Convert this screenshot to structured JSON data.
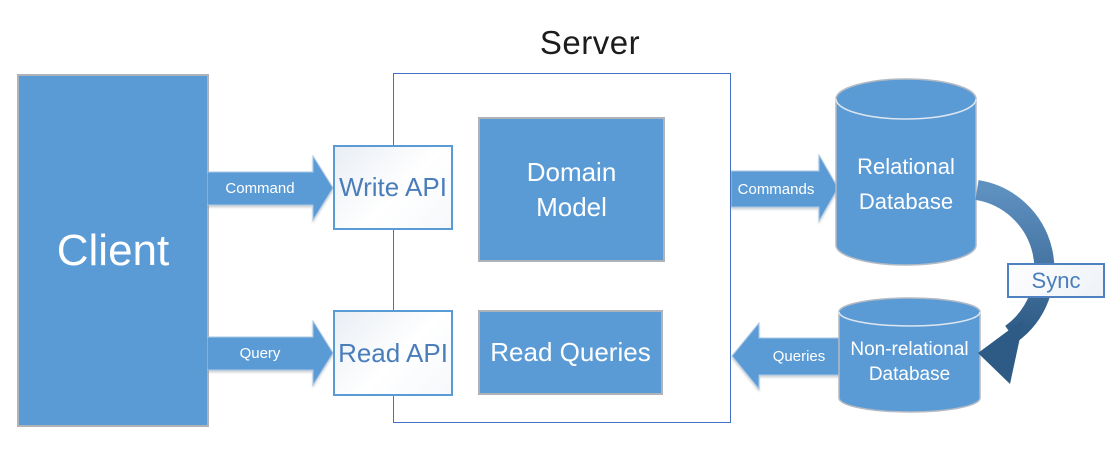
{
  "title": "Server",
  "nodes": {
    "client": {
      "label": "Client"
    },
    "write_api": {
      "label": "Write API"
    },
    "read_api": {
      "label": "Read API"
    },
    "domain_model": {
      "label": "Domain Model"
    },
    "read_queries": {
      "label": "Read Queries"
    },
    "relational_db": {
      "label": "Relational Database",
      "shape": "cylinder"
    },
    "non_relational_db": {
      "label": "Non-relational Database",
      "shape": "cylinder"
    },
    "sync": {
      "label": "Sync"
    }
  },
  "arrows": {
    "command": {
      "label": "Command",
      "direction": "right",
      "from": "Client",
      "to": "Write API"
    },
    "query": {
      "label": "Query",
      "direction": "right",
      "from": "Client",
      "to": "Read API"
    },
    "commands": {
      "label": "Commands",
      "direction": "right",
      "from": "Server",
      "to": "Relational Database"
    },
    "queries": {
      "label": "Queries",
      "direction": "left",
      "from": "Non-relational Database",
      "to": "Server"
    },
    "sync": {
      "direction": "curved-down",
      "from": "Relational Database",
      "to": "Non-relational Database"
    }
  },
  "colors": {
    "node_blue": "#5b9bd5",
    "arrow_blue": "#5b9bd5",
    "gray_border": "#aeb3b9",
    "server_border": "#4472c4",
    "api_text_blue": "#4a7ebb",
    "sync_arrow_light": "#5e90c0",
    "sync_arrow_dark": "#2e5b85",
    "title_color": "#1c1c1c",
    "text_white": "#ffffff"
  }
}
